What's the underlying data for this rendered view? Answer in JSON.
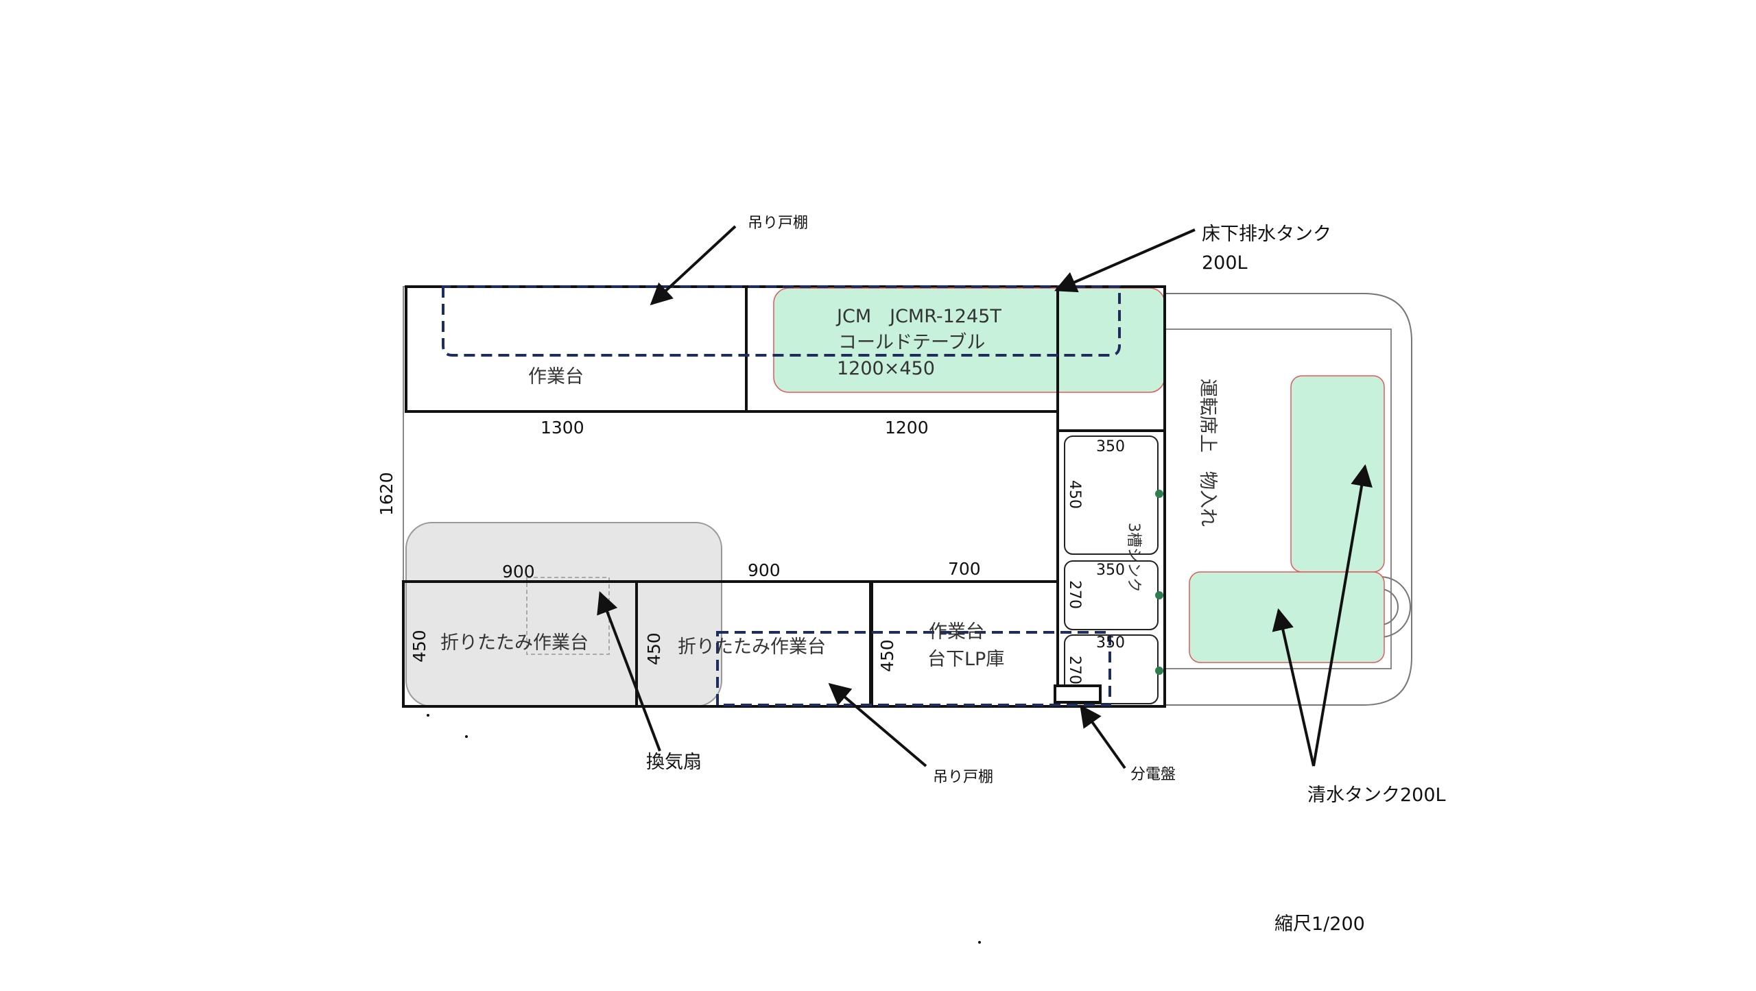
{
  "labels": {
    "hanging_cabinet_top": "吊り戸棚",
    "drain_tank_line1": "床下排水タンク",
    "drain_tank_line2": "200L",
    "cold_table_line1": "JCM　JCMR-1245T",
    "cold_table_line2": "コールドテーブル",
    "cold_table_line3": "1200×450",
    "worktable_top": "作業台",
    "driver_storage": "運転席上　物入れ",
    "sink_3": "3槽シンク",
    "folding_table_1": "折りたたみ作業台",
    "folding_table_2": "折りたたみ作業台",
    "lp_worktable_line1": "作業台",
    "lp_worktable_line2": "台下LP庫",
    "fan": "換気扇",
    "hanging_cabinet_bottom": "吊り戸棚",
    "breaker": "分電盤",
    "fresh_tank": "清水タンク200L",
    "scale": "縮尺1/200"
  },
  "dimensions": {
    "top_left_width": "1300",
    "top_right_width": "1200",
    "overall_depth": "1620",
    "bottom_1_width": "900",
    "bottom_2_width": "900",
    "bottom_3_width": "700",
    "bottom_1_depth": "450",
    "bottom_2_depth": "450",
    "bottom_3_depth": "450",
    "sink_bowl_1_w": "350",
    "sink_bowl_1_d": "450",
    "sink_bowl_2_w": "350",
    "sink_bowl_2_d": "270",
    "sink_bowl_3_w": "350",
    "sink_bowl_3_d": "270"
  },
  "colors": {
    "outline": "#111111",
    "dashed_cabinet": "#1f2d5c",
    "tank_fill": "#c8f1dc",
    "tank_edge": "#e05a5a",
    "fan_fill": "#e6e6e6",
    "faucet": "#2e7d4f"
  }
}
